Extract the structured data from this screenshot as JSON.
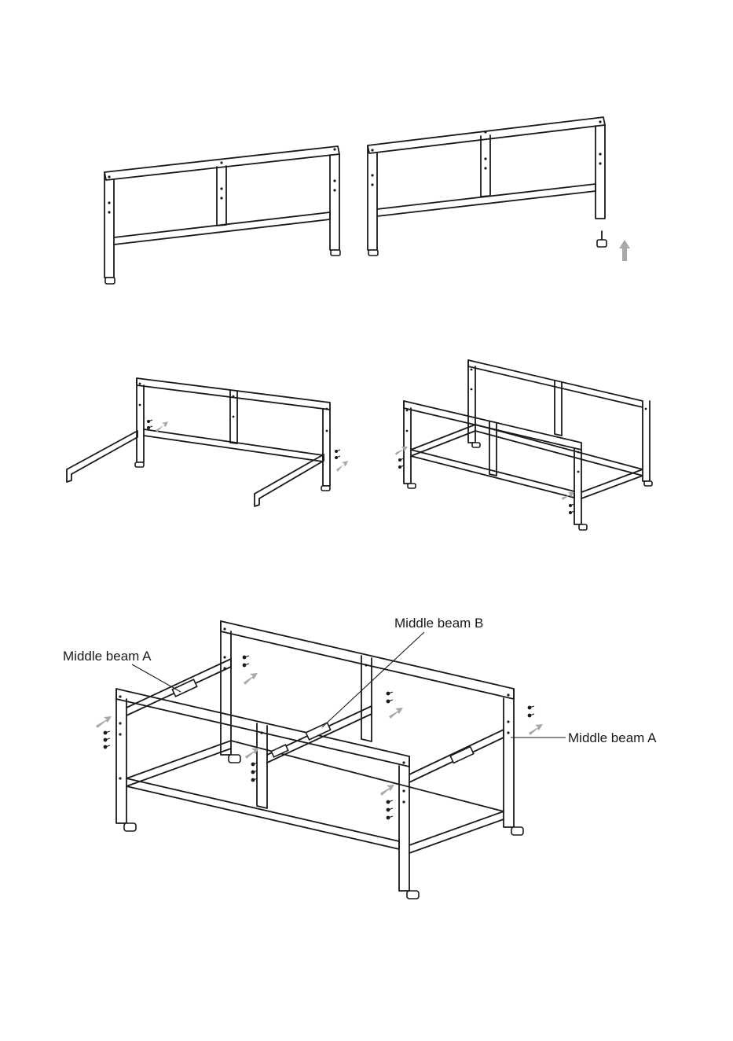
{
  "labels": {
    "middle_beam_a_left": "Middle beam A",
    "middle_beam_b": "Middle beam B",
    "middle_beam_a_right": "Middle beam A"
  },
  "colors": {
    "line": "#1a1a1a",
    "arrow": "#a8a8a8",
    "background": "#ffffff"
  }
}
